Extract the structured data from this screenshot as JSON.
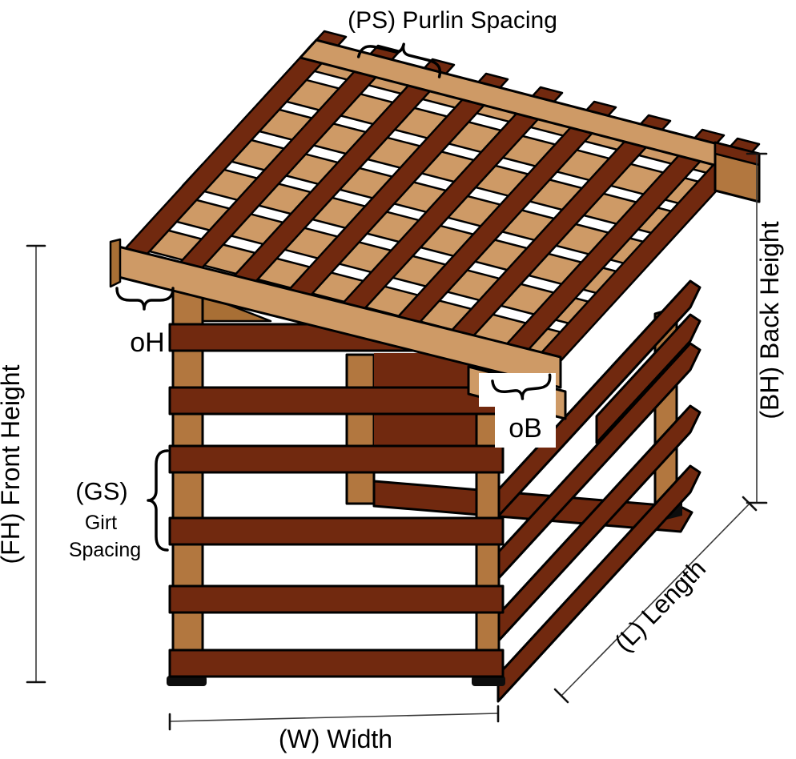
{
  "diagram": {
    "labels": {
      "purlin_spacing": "(PS) Purlin Spacing",
      "front_height": "(FH) Front Height",
      "back_height": "(BH) Back Height",
      "length": "(L) Length",
      "width": "(W) Width",
      "overhang_front": "oH",
      "overhang_back": "oB",
      "girt_spacing_abbr": "(GS)",
      "girt_spacing_word1": "Girt",
      "girt_spacing_word2": "Spacing"
    },
    "colors": {
      "dark_wood": "#71290F",
      "light_wood": "#CE9A66",
      "post_wood": "#B2773F",
      "cap_wood": "#A86F35",
      "outline": "#000000",
      "background": "#FFFFFF"
    }
  }
}
